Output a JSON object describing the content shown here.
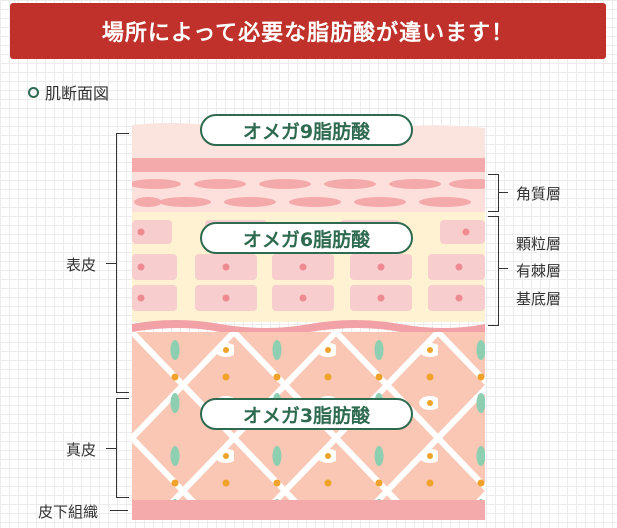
{
  "header": {
    "title": "場所によって必要な脂肪酸が違います！"
  },
  "section_label": "肌断面図",
  "pills": {
    "omega9": "オメガ9脂肪酸",
    "omega6": "オメガ6脂肪酸",
    "omega3": "オメガ3脂肪酸"
  },
  "left_labels": {
    "epidermis": "表皮",
    "dermis": "真皮",
    "subcutaneous": "皮下組織"
  },
  "right_labels": {
    "stratum_corneum": "角質層",
    "stratum_granulosum": "顆粒層",
    "stratum_spinosum": "有棘層",
    "stratum_basale": "基底層"
  },
  "colors": {
    "header_bg": "#c0312b",
    "accent_green": "#2e6a4f",
    "skin_pink": "#f4a9ab",
    "dermis_peach": "#f9c7b4",
    "fat_cell_orange": "#f0a22a",
    "fiber_green": "#8fcfb1"
  }
}
